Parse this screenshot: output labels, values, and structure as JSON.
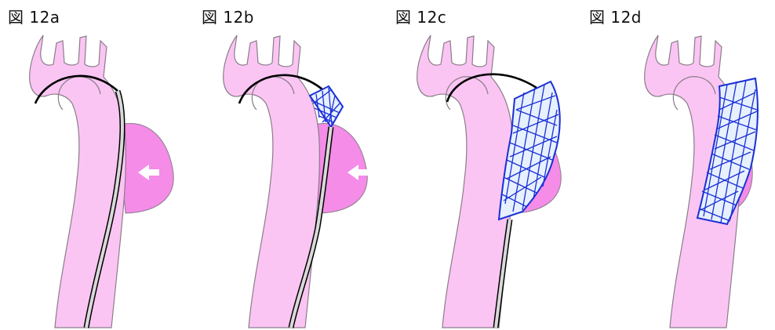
{
  "figure": {
    "panels": [
      {
        "label": "図 12a",
        "stage": "guidewire"
      },
      {
        "label": "図 12b",
        "stage": "deploy-start"
      },
      {
        "label": "図 12c",
        "stage": "deploy-mid"
      },
      {
        "label": "図 12d",
        "stage": "deployed"
      }
    ]
  },
  "colors": {
    "aorta": "#fbc5f3",
    "aneurysm": "#f48ce8",
    "outline": "#8a7d8a",
    "stent": "#1a2fd6",
    "stent_fill": "#e6f0ff",
    "catheter": "#d9d9d9",
    "wire": "#000000"
  }
}
